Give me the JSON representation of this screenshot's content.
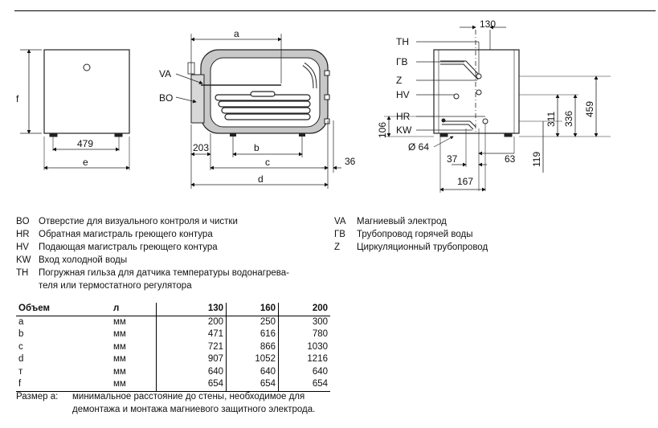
{
  "drawing": {
    "front_dims": {
      "width_479": "479",
      "e": "e",
      "f": "f"
    },
    "side_labels": {
      "VA": "VA",
      "BO": "BO"
    },
    "side_dims": {
      "a": "a",
      "b": "b",
      "c": "c",
      "d": "d",
      "d203": "203",
      "d36": "36"
    },
    "rear_labels": {
      "TH": "TH",
      "GV": "ГВ",
      "Z": "Z",
      "HV": "HV",
      "HR": "HR",
      "KW": "KW"
    },
    "rear_dims": {
      "d130": "130",
      "d106": "106",
      "d64": "Ø 64",
      "d37": "37",
      "d63": "63",
      "d167": "167",
      "d311": "311",
      "d336": "336",
      "d459": "459",
      "d119": "119"
    }
  },
  "legend_left": [
    {
      "code": "BO",
      "desc": "Отверстие для визуального контроля и чистки"
    },
    {
      "code": "HR",
      "desc": "Обратная магистраль греющего контура"
    },
    {
      "code": "HV",
      "desc": "Подающая магистраль греющего контура"
    },
    {
      "code": "KW",
      "desc": "Вход холодной воды"
    },
    {
      "code": "TH",
      "desc": "Погружная гильза для датчика температуры водонагрева-"
    },
    {
      "code": "",
      "desc": "теля или термостатного регулятора"
    }
  ],
  "legend_right": [
    {
      "code": "VA",
      "desc": "Магниевый электрод"
    },
    {
      "code": "ГВ",
      "desc": "Трубопровод горячей воды"
    },
    {
      "code": "Z",
      "desc": "Циркуляционный трубопровод"
    }
  ],
  "table": {
    "headers": [
      "Объем",
      "л",
      "130",
      "160",
      "200"
    ],
    "rows": [
      [
        "a",
        "мм",
        "200",
        "250",
        "300"
      ],
      [
        "b",
        "мм",
        "471",
        "616",
        "780"
      ],
      [
        "c",
        "мм",
        "721",
        "866",
        "1030"
      ],
      [
        "d",
        "мм",
        "907",
        "1052",
        "1216"
      ],
      [
        "т",
        "мм",
        "640",
        "640",
        "640"
      ],
      [
        "f",
        "мм",
        "654",
        "654",
        "654"
      ]
    ]
  },
  "note": {
    "key": "Размер a:",
    "text": "минимальное расстояние до стены, необходимое для демонтажа и монтажа магниевого защитного электрода."
  }
}
